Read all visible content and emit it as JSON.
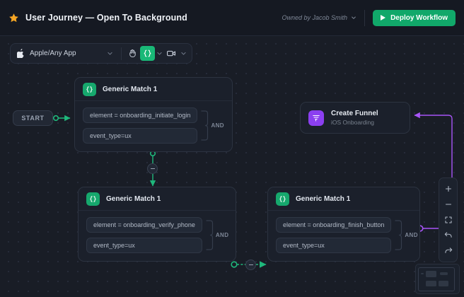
{
  "header": {
    "star_icon": "star-icon",
    "title": "User Journey — Open To Background",
    "owner_label": "Owned by Jacob Smith",
    "owner_chevron_icon": "chevron-down-icon",
    "deploy_label": "Deploy Workflow",
    "deploy_icon": "play-icon",
    "accent_green": "#11a86a"
  },
  "toolbar": {
    "app_icon": "apple-icon",
    "app_label": "Apple/Any App",
    "app_chevron_icon": "chevron-down-icon",
    "hand_tool_icon": "hand-icon",
    "code_tool_icon": "code-brackets-icon",
    "code_chevron_icon": "chevron-down-icon",
    "video_tool_icon": "video-camera-icon",
    "video_chevron_icon": "chevron-down-icon",
    "active_tool": "code-brackets",
    "active_color": "#19b877"
  },
  "canvas": {
    "start_node_label": "START",
    "and_label": "AND",
    "node_badge_icon": "code-brackets-icon",
    "funnel_badge_icon": "funnel-icon",
    "edge_green": "#1fb87c",
    "edge_purple": "#a855f7",
    "nodes": [
      {
        "id": "generic-match-1-top",
        "title": "Generic Match 1",
        "conditions": [
          "element = onboarding_initiate_login",
          "event_type=ux"
        ],
        "operator": "AND"
      },
      {
        "id": "generic-match-1-bottom-left",
        "title": "Generic Match 1",
        "conditions": [
          "element = onboarding_verify_phone",
          "event_type=ux"
        ],
        "operator": "AND"
      },
      {
        "id": "generic-match-1-bottom-right",
        "title": "Generic Match 1",
        "conditions": [
          "element = onboarding_finish_button",
          "event_type=ux"
        ],
        "operator": "AND"
      }
    ],
    "funnel_node": {
      "title": "Create Funnel",
      "subtitle": "iOS Onboarding",
      "badge_color": "#8b3ff0"
    }
  },
  "controls": {
    "zoom_in_icon": "plus-icon",
    "zoom_out_icon": "minus-icon",
    "fit_view_icon": "fit-to-screen-icon",
    "undo_icon": "undo-arrow-icon",
    "redo_icon": "redo-arrow-icon"
  },
  "minimap": {
    "name": "minimap"
  }
}
